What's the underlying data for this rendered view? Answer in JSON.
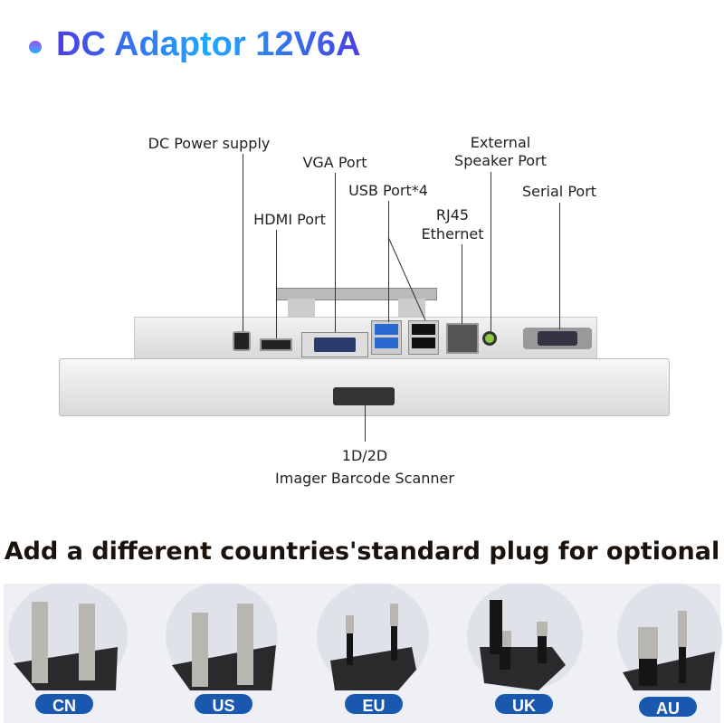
{
  "title": "DC Adaptor 12V6A",
  "labels": {
    "dc_power": "DC Power supply",
    "vga": "VGA Port",
    "usb": "USB Port*4",
    "hdmi": "HDMI Port",
    "rj45_line1": "RJ45",
    "rj45_line2": "Ethernet",
    "speaker_line1": "External",
    "speaker_line2": "Speaker Port",
    "serial": "Serial Port",
    "scanner_line1": "1D/2D",
    "scanner_line2": "Imager Barcode Scanner"
  },
  "heading": "Add a different countries'standard plug for optional",
  "plugs": [
    {
      "label": "CN"
    },
    {
      "label": "US"
    },
    {
      "label": "EU"
    },
    {
      "label": "UK"
    },
    {
      "label": "AU"
    }
  ],
  "colors": {
    "pill": "#1a58b0",
    "title_start": "#4b3fe0",
    "title_mid": "#1fa8ff"
  }
}
